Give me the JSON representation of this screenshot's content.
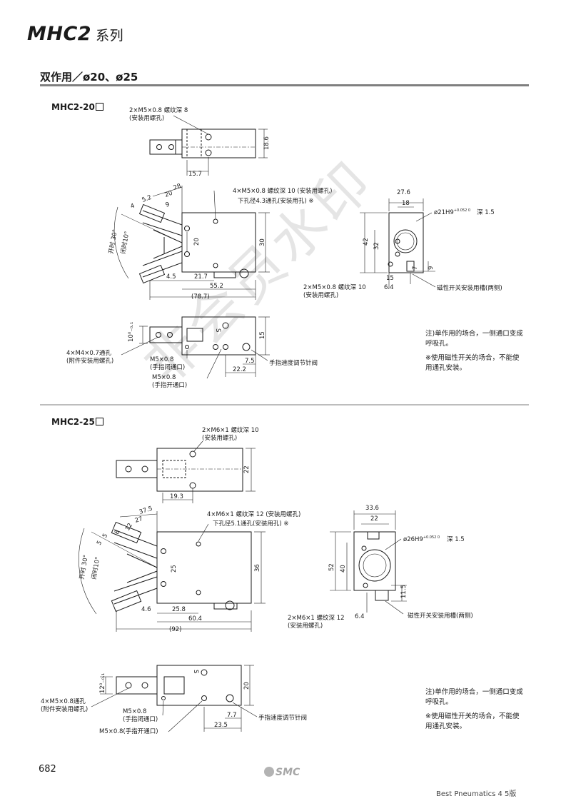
{
  "header": {
    "series": "MHC2",
    "series_suffix": "系列",
    "subtitle": "双作用／ø20、ø25"
  },
  "watermark": "非会员水印",
  "sections": [
    {
      "model": "MHC2-20",
      "top_view": {
        "thread": "2×M5×0.8  螺纹深 8",
        "thread_note": "(安装用螺孔)",
        "dims": [
          "18.6",
          "15.7"
        ]
      },
      "side_view": {
        "thread": "4×M5×0.8  螺纹深 10 (安装用螺孔)",
        "thread_note": "下孔径4.3通孔(安装用孔) ※",
        "angles": [
          "开时 30°",
          "闭时10°"
        ],
        "dims": [
          "28",
          "20",
          "9",
          "5.2",
          "4",
          "20",
          "30",
          "4.5",
          "21.7",
          "55.2",
          "(78.7)"
        ]
      },
      "end_view": {
        "dims": [
          "27.6",
          "18",
          "42",
          "32",
          "7",
          "9",
          "15",
          "6.4"
        ],
        "bore": "ø21H9",
        "bore_tol": "+0.052 0",
        "depth": "深 1.5",
        "thread": "2×M5×0.8  螺纹深 10",
        "thread_note": "(安装用螺孔)",
        "groove": "磁性开关安装用槽(两侧)"
      },
      "bottom_view": {
        "dim_left": "10⁰₋₀.₁",
        "dims": [
          "15",
          "7.5",
          "22.2"
        ],
        "s_mark": "S",
        "label_mount": "4×M4×0.7通孔",
        "label_mount_note": "(附件安装用螺孔)",
        "label_close": "M5×0.8",
        "label_close_note": "(手指闭通口)",
        "label_open": "M5×0.8",
        "label_open_note": "(手指开通口)",
        "needle": "手指速度调节针阀"
      },
      "notes": [
        "注)单作用的场合，一侧通口变成呼吸孔。",
        "※使用磁性开关的场合，不能使用通孔安装。"
      ]
    },
    {
      "model": "MHC2-25",
      "top_view": {
        "thread": "2×M6×1  螺纹深 10",
        "thread_note": "(安装用螺孔)",
        "dims": [
          "22",
          "19.3"
        ]
      },
      "side_view": {
        "thread": "4×M6×1  螺纹深 12 (安装用螺孔)",
        "thread_note": "下孔径5.1通孔(安装用孔) ※",
        "angles": [
          "开时 30°",
          "闭时10°"
        ],
        "dims": [
          "37.5",
          "27",
          "12",
          "8",
          "5",
          "5",
          "25",
          "36",
          "4.6",
          "25.8",
          "60.4",
          "(92)"
        ]
      },
      "end_view": {
        "dims": [
          "33.6",
          "22",
          "52",
          "40",
          "11.5",
          "6.4"
        ],
        "bore": "ø26H9",
        "bore_tol": "+0.052 0",
        "depth": "深 1.5",
        "thread": "2×M6×1  螺纹深 12",
        "thread_note": "(安装用螺孔)",
        "groove": "磁性开关安装用槽(两侧)"
      },
      "bottom_view": {
        "dim_left": "12⁰₋₀.₁",
        "dims": [
          "20",
          "7.7",
          "23.5"
        ],
        "s_mark": "S",
        "label_mount": "4×M5×0.8通孔",
        "label_mount_note": "(附件安装用螺孔)",
        "label_close": "M5×0.8",
        "label_close_note": "(手指闭通口)",
        "label_open": "M5×0.8(手指开通口)",
        "needle": "手指速度调节针阀"
      },
      "notes": [
        "注)单作用的场合，一侧通口变成呼吸孔。",
        "※使用磁性开关的场合，不能使用通孔安装。"
      ]
    }
  ],
  "footer": {
    "page": "682",
    "logo": "SMC",
    "edition": "Best Pneumatics 4 5版"
  },
  "colors": {
    "ink": "#1a1a1a",
    "rule": "#7f7f7f",
    "watermark": "#000000"
  }
}
